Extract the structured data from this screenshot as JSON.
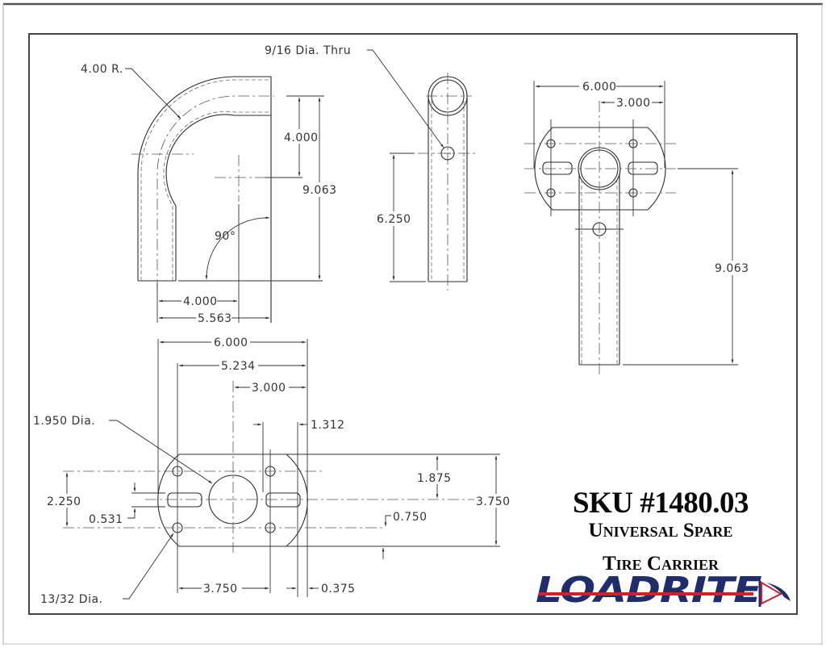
{
  "sheet": {
    "title": "SKU #1480.03",
    "subtitle_line1": "Universal Spare",
    "subtitle_line2": "Tire Carrier",
    "brand": "LOADRITE",
    "brand_colors": {
      "primary": "#1f2d6b",
      "accent": "#d0202a"
    }
  },
  "side_view": {
    "callout_radius": "4.00 R.",
    "dim_bend_height": "4.000",
    "dim_total_height": "9.063",
    "angle": "90°",
    "dim_leg_width": "4.000",
    "dim_total_width": "5.563"
  },
  "front_view": {
    "callout_hole": "9/16 Dia. Thru",
    "dim_hole_height": "6.250"
  },
  "top_view": {
    "dim_plate_width": "6.000",
    "dim_half_width": "3.000",
    "dim_total_height": "9.063"
  },
  "plate_view": {
    "dim_plate_width": "6.000",
    "dim_slot_span": "5.234",
    "dim_half_width": "3.000",
    "dim_edge_offset": "1.312",
    "callout_center_hole": "1.950 Dia.",
    "dim_hole_spacing_v": "2.250",
    "dim_slot_width": "0.531",
    "dim_half_height": "1.875",
    "dim_plate_height": "3.750",
    "dim_hole_offset": "0.750",
    "dim_hole_spacing_h": "3.750",
    "dim_edge_small": "0.375",
    "callout_small_hole": "13/32 Dia."
  }
}
